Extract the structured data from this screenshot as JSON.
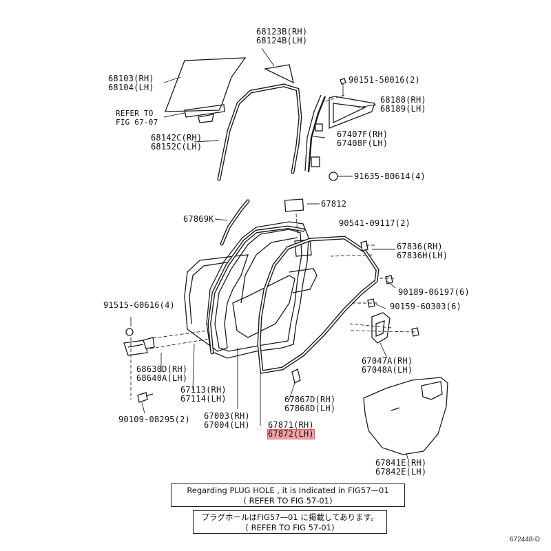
{
  "parts": {
    "glass_quarter": [
      "68123B(RH)",
      "68124B(LH)"
    ],
    "glass_door": [
      "68103(RH)",
      "68104(LH)"
    ],
    "refer_fig": [
      "REFER TO",
      "FIG 67-07"
    ],
    "screw_1": "90151-50016(2)",
    "glass_vent": [
      "68188(RH)",
      "68189(LH)"
    ],
    "channel_sub": [
      "67407F(RH)",
      "67408F(LH)"
    ],
    "run_glass": [
      "68142C(RH)",
      "68152C(LH)"
    ],
    "bolt_1": "91635-B0614(4)",
    "plug": "67812",
    "molding": "67869K",
    "clip_1": "90541-09117(2)",
    "service_hole_cover": [
      "67836(RH)",
      "67836H(LH)"
    ],
    "clip_2": "90189-06197(6)",
    "bolt_2": "91515-G0616(4)",
    "clip_3": "90159-60303(6)",
    "hinge": [
      "68630D(RH)",
      "68640A(LH)"
    ],
    "handle": [
      "67047A(RH)",
      "67048A(LH)"
    ],
    "outer_panel": [
      "67113(RH)",
      "67114(LH)"
    ],
    "weatherstrip_door": [
      "67867D(RH)",
      "67868D(LH)"
    ],
    "door_panel": [
      "67003(RH)",
      "67004(LH)"
    ],
    "bolt_3": "90109-08295(2)",
    "weatherstrip_body": [
      "67871(RH)",
      "67872(LH)"
    ],
    "trim_board": [
      "67841E(RH)",
      "67842E(LH)"
    ]
  },
  "notes": {
    "en_line1": "Regarding PLUG HOLE , it is Indicated in FIG57—01",
    "en_line2": "( REFER TO FIG 57-01)",
    "jp_line1": "プラグホールはFIG57—01 に掲載してあります。",
    "jp_line2": "( REFER TO FIG 57-01)"
  },
  "figure_code": "672448-D",
  "colors": {
    "highlight_fill": "#f2a3a8",
    "highlight_border": "#e25a64",
    "line": "#1a1a1a"
  }
}
